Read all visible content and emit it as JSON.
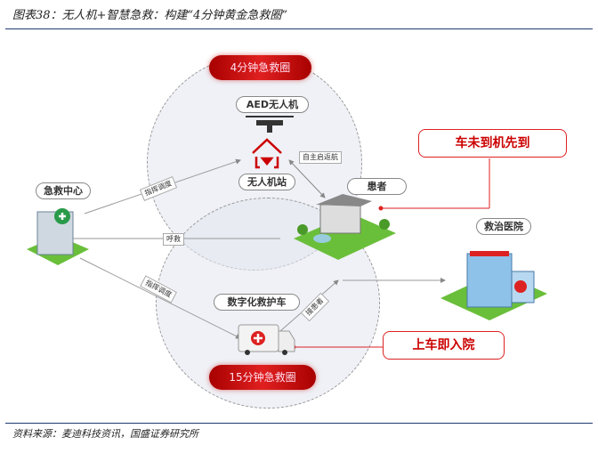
{
  "title": "图表38：无人机+智慧急救：构建“4分钟黄金急救圈”",
  "source": "资料来源：麦迪科技资讯，国盛证券研究所",
  "circles": {
    "inner": "4分钟急救圈",
    "outer": "15分钟急救圈"
  },
  "nodes": {
    "aed_drone": "AED无人机",
    "drone_station": "无人机站",
    "patient": "患者",
    "emergency_center": "急救中心",
    "hospital": "救治医院",
    "ambulance": "数字化救护车"
  },
  "edge_labels": {
    "auto_return": "自主启返航",
    "dispatch_top": "指挥调度",
    "dispatch_bottom": "指挥调度",
    "call": "呼救",
    "pickup": "接患者"
  },
  "callouts": {
    "drone_first": "车未到机先到",
    "admit_on_board": "上车即入院"
  },
  "colors": {
    "accent": "#d22222",
    "rule": "#1f3b70"
  }
}
